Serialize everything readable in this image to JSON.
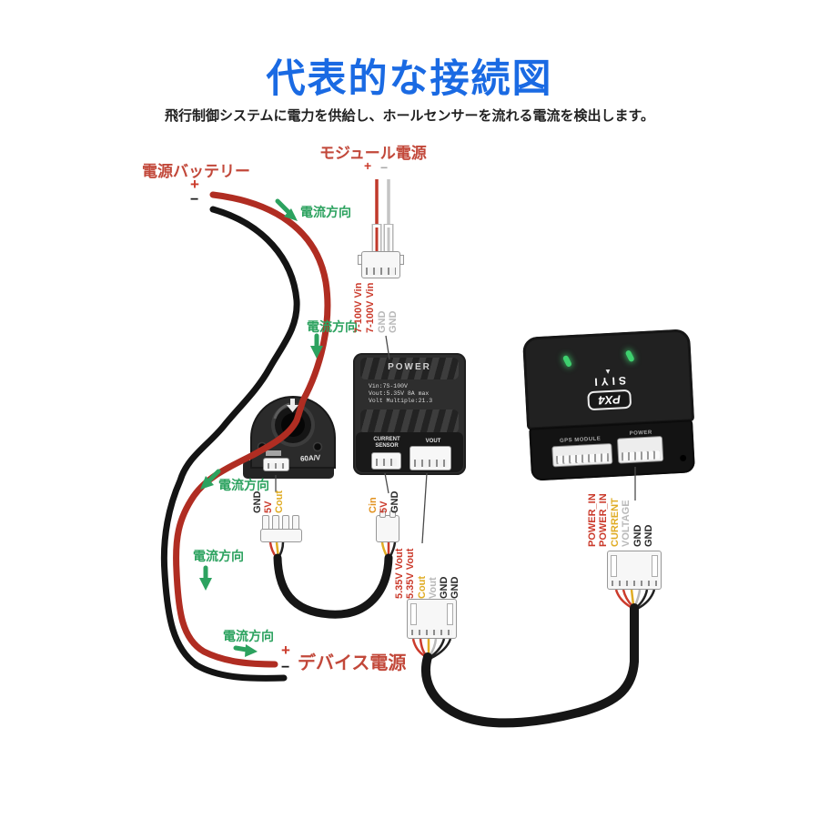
{
  "header": {
    "title": "代表的な接続図",
    "subtitle": "飛行制御システムに電力を供給し、ホールセンサーを流れる電流を検出します。"
  },
  "labels": {
    "battery": "電源バッテリー",
    "module_power": "モジュール電源",
    "device_power": "デバイス電源",
    "current_direction": "電流方向",
    "plus": "+",
    "minus": "−"
  },
  "power_module": {
    "title": "POWER",
    "spec1": "Vin:7S-100V",
    "spec2": "Vout:5.35V 8A max",
    "spec3": "Volt Multiple:21.3",
    "port_current_sensor_line1": "CURRENT",
    "port_current_sensor_line2": "SENSOR",
    "port_vout": "VOUT"
  },
  "current_sensor": {
    "rating": "60A/V"
  },
  "flight_controller": {
    "brand": "SIYI",
    "logo": "PX4",
    "port_gps": "GPS MODULE",
    "port_power": "POWER"
  },
  "pins": {
    "module_in": [
      "7-100V Vin",
      "7-100V Vin",
      "GND",
      "GND"
    ],
    "sensor_out": [
      "GND",
      "5V",
      "Cout"
    ],
    "sensor_in": [
      "Cin",
      "5V",
      "GND"
    ],
    "vout_cable": [
      "5.35V Vout",
      "5.35V Vout",
      "Cout",
      "Vout",
      "GND",
      "GND"
    ],
    "fc_power": [
      "POWER_IN",
      "POWER_IN",
      "CURRENT",
      "VOLTAGE",
      "GND",
      "GND"
    ]
  },
  "colors": {
    "title_blue": "#1a6ae3",
    "label_red": "#c2483a",
    "wire_red": "#b02d22",
    "wire_black": "#141414",
    "arrow_green": "#2ca25f",
    "pin_red": "#cb3b2c",
    "pin_yellow": "#e0ac24",
    "pin_orange": "#e2921f",
    "pin_gray": "#b9b9b9",
    "pin_black": "#2b2b2b"
  }
}
